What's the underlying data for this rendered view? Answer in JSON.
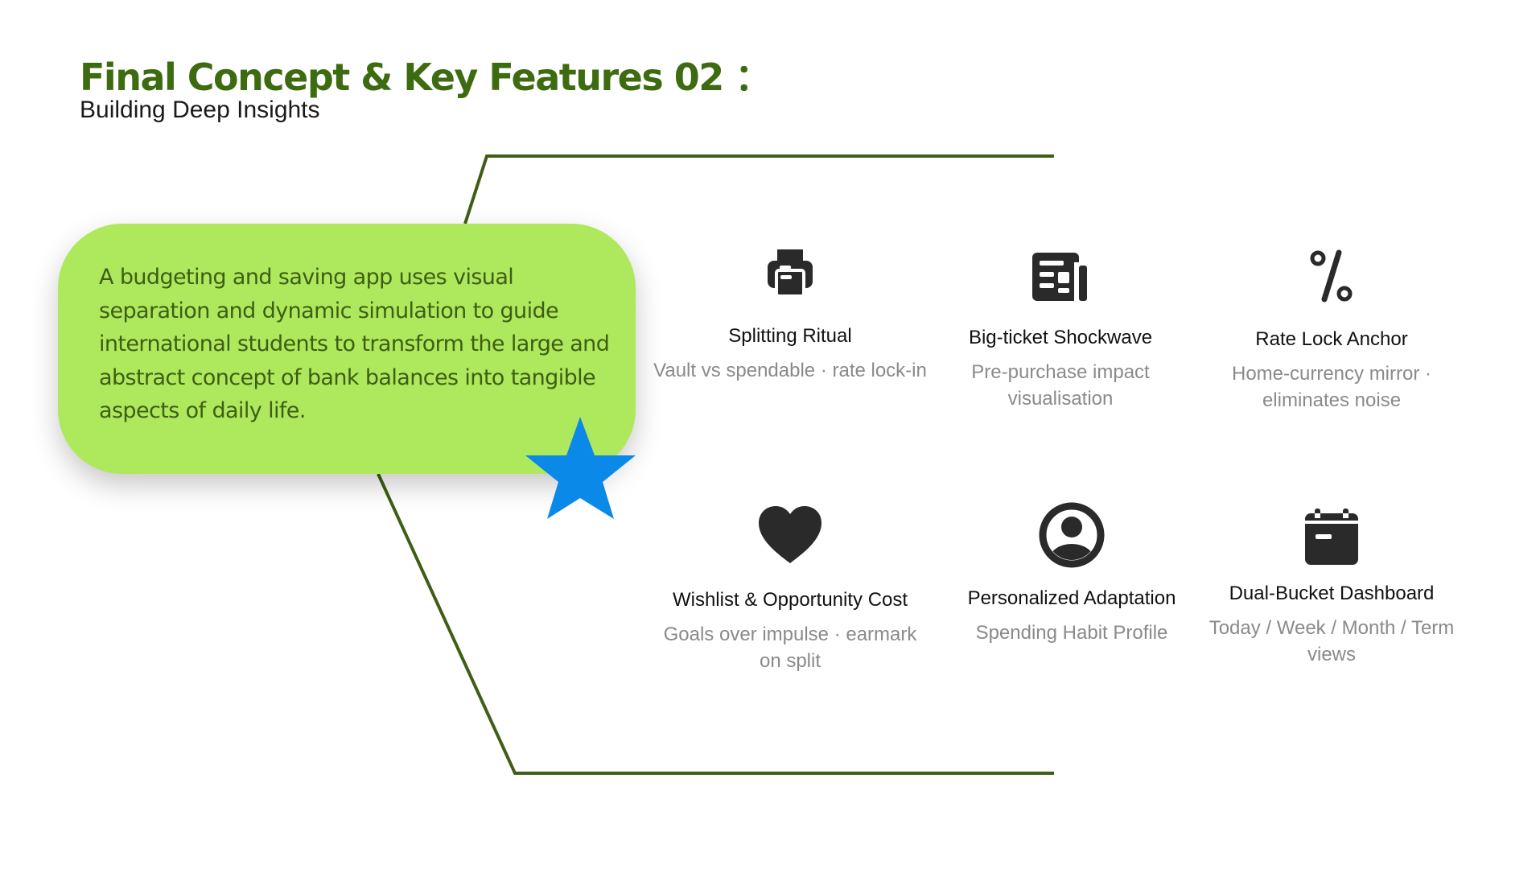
{
  "header": {
    "title": "Final Concept & Key Features 02 ：",
    "subtitle": "Building Deep Insights"
  },
  "concept": {
    "text": "A budgeting and saving app uses visual separation and dynamic simulation to guide international students to transform the large and abstract concept of bank balances into tangible aspects of daily life.",
    "card_color": "#aee85c",
    "text_color": "#3d5e15",
    "star_color": "#0a89e8"
  },
  "accent_line_color": "#3f5e15",
  "features": [
    {
      "icon": "printer-icon",
      "title": "Splitting Ritual",
      "desc": "Vault vs spendable · rate lock-in"
    },
    {
      "icon": "newspaper-icon",
      "title": "Big-ticket Shockwave",
      "desc": "Pre-purchase impact visualisation"
    },
    {
      "icon": "percent-icon",
      "title": "Rate Lock Anchor",
      "desc": "Home-currency mirror · eliminates noise"
    },
    {
      "icon": "heart-icon",
      "title": "Wishlist & Opportunity Cost",
      "desc": "Goals over impulse · earmark on split"
    },
    {
      "icon": "user-circle-icon",
      "title": "Personalized Adaptation",
      "desc": "Spending Habit Profile"
    },
    {
      "icon": "calendar-icon",
      "title": "Dual-Bucket Dashboard",
      "desc": "Today / Week / Month / Term views"
    }
  ]
}
